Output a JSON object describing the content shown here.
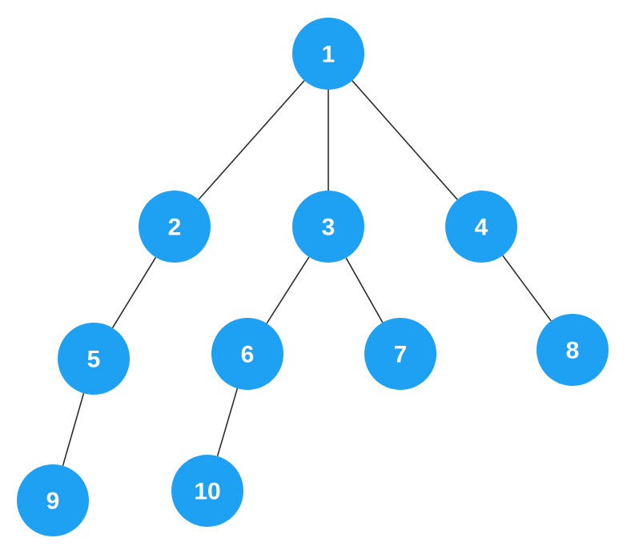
{
  "tree": {
    "node_color": "#1ea1f2",
    "label_color": "#ffffff",
    "edge_color": "#2b2b2b",
    "nodes": [
      {
        "id": "n1",
        "label": "1"
      },
      {
        "id": "n2",
        "label": "2"
      },
      {
        "id": "n3",
        "label": "3"
      },
      {
        "id": "n4",
        "label": "4"
      },
      {
        "id": "n5",
        "label": "5"
      },
      {
        "id": "n6",
        "label": "6"
      },
      {
        "id": "n7",
        "label": "7"
      },
      {
        "id": "n8",
        "label": "8"
      },
      {
        "id": "n9",
        "label": "9"
      },
      {
        "id": "n10",
        "label": "10"
      }
    ],
    "edges": [
      {
        "from": "n1",
        "to": "n2"
      },
      {
        "from": "n1",
        "to": "n3"
      },
      {
        "from": "n1",
        "to": "n4"
      },
      {
        "from": "n2",
        "to": "n5"
      },
      {
        "from": "n3",
        "to": "n6"
      },
      {
        "from": "n3",
        "to": "n7"
      },
      {
        "from": "n4",
        "to": "n8"
      },
      {
        "from": "n5",
        "to": "n9"
      },
      {
        "from": "n6",
        "to": "n10"
      }
    ]
  }
}
